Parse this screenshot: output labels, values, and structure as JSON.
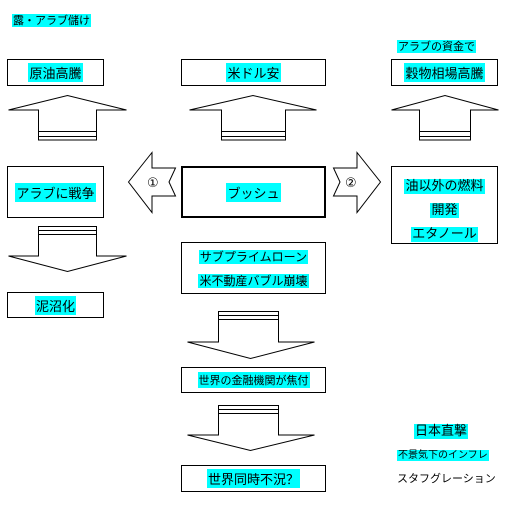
{
  "top_left_note": "露・アラブ儲け",
  "top_right_note": "アラブの資金で",
  "boxes": {
    "crude_oil": "原油高騰",
    "weak_dollar": "米ドル安",
    "grain": "穀物相場高騰",
    "arab_war": "アラブに戦争",
    "bush": "ブッシュ",
    "alt_fuel_line1": "油以外の燃料",
    "alt_fuel_line2": "開発",
    "alt_fuel_line3": "エタノール",
    "quagmire": "泥沼化",
    "subprime_line1": "サブプライムローン",
    "subprime_line2": "米不動産バブル崩壊",
    "finance": "世界の金融機関が焦付",
    "recession": "世界同時不況？"
  },
  "arrow_labels": {
    "left": "①",
    "right": "②"
  },
  "bottom_right": {
    "line1": "日本直撃",
    "line2": "不景気下のインフレ",
    "line3": "スタフグレーション"
  }
}
